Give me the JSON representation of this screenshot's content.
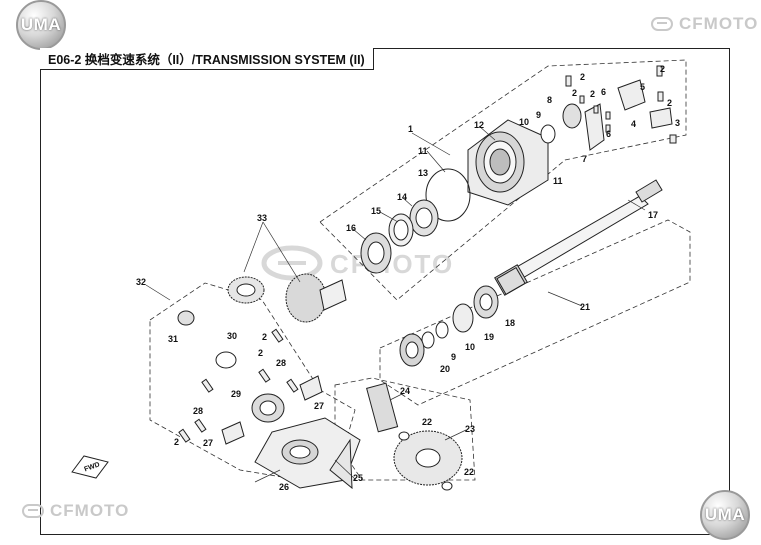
{
  "header": {
    "logo_left": "UMA",
    "brand_right": "CFMOTO"
  },
  "title": "E06-2 换档变速系统（II）/TRANSMISSION SYSTEM (II)",
  "watermark": "CFMOTO",
  "fwd_label": "FWD",
  "footer": {
    "brand_left": "CFMOTO",
    "logo_right": "UMA"
  },
  "callouts": [
    "1",
    "2",
    "2",
    "2",
    "2",
    "2",
    "2",
    "2",
    "2",
    "3",
    "4",
    "5",
    "6",
    "6",
    "7",
    "8",
    "9",
    "10",
    "11",
    "11",
    "12",
    "13",
    "14",
    "15",
    "16",
    "17",
    "9",
    "10",
    "18",
    "19",
    "20",
    "21",
    "22",
    "22",
    "23",
    "24",
    "25",
    "26",
    "27",
    "27",
    "28",
    "28",
    "29",
    "30",
    "31",
    "32",
    "33"
  ],
  "colors": {
    "line": "#222222",
    "watermark": "#d8d8d8",
    "logo": "#c9c9c9"
  }
}
